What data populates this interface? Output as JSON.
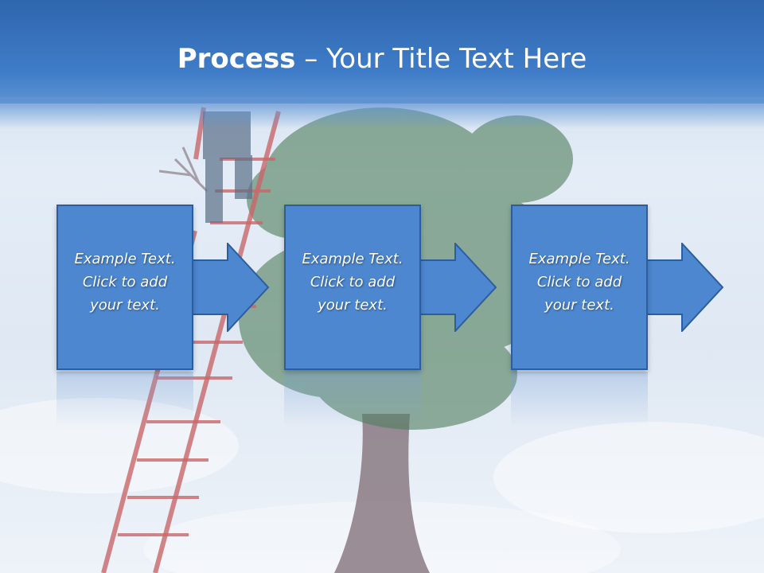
{
  "title": {
    "bold": "Process",
    "rest": "– Your Title Text Here"
  },
  "steps": [
    {
      "line1": "Example Text.",
      "line2": "Click  to add",
      "line3": "your text."
    },
    {
      "line1": "Example Text.",
      "line2": "Click  to add",
      "line3": "your text."
    },
    {
      "line1": "Example Text.",
      "line2": "Click  to add",
      "line3": "your text."
    }
  ],
  "colors": {
    "header": "#3f7cc8",
    "box_fill": "#4d87d0",
    "box_border": "#2c5e9e",
    "text": "#ffffff"
  },
  "background": {
    "image": "tree-with-ladder-sky"
  }
}
